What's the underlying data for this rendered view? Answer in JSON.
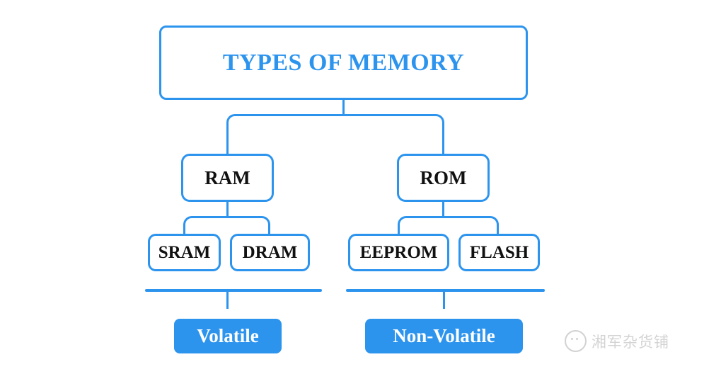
{
  "diagram": {
    "title": "TYPES OF MEMORY",
    "type": "hierarchy-tree",
    "accent_color": "#2d94ee",
    "background_color": "#ffffff",
    "node_text_color": "#111111",
    "badge_text_color": "#ffffff",
    "root": {
      "label": "TYPES OF MEMORY"
    },
    "branches": [
      {
        "label": "RAM",
        "children": [
          {
            "label": "SRAM"
          },
          {
            "label": "DRAM"
          }
        ],
        "summary": "Volatile"
      },
      {
        "label": "ROM",
        "children": [
          {
            "label": "EEPROM"
          },
          {
            "label": "FLASH"
          }
        ],
        "summary": "Non-Volatile"
      }
    ]
  },
  "watermark": {
    "text": "湘军杂货铺",
    "icon": "wechat-official-account-icon"
  }
}
